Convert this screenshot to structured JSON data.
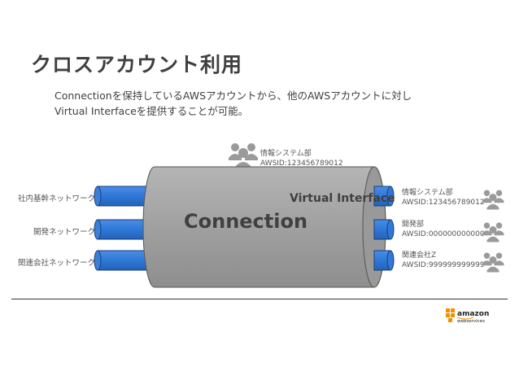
{
  "title": "クロスアカウント利用",
  "description": {
    "line1": "Connectionを保持しているAWSアカウントから、他のAWSアカウントに対し",
    "line2": "Virtual Interfaceを提供することが可能。"
  },
  "owner": {
    "name": "情報システム部",
    "id": "AWSID:123456789012"
  },
  "left_networks": [
    "社内基幹ネットワーク",
    "開発ネットワーク",
    "関連会社ネットワーク"
  ],
  "connection_label": "Connection",
  "virtual_interface_label": "Virtual Interface",
  "right_accounts": [
    {
      "name": "情報システム部",
      "id": "AWSID:123456789012"
    },
    {
      "name": "開発部",
      "id": "AWSID:000000000000"
    },
    {
      "name": "関連会社Z",
      "id": "AWSID:999999999999"
    }
  ],
  "logo": {
    "word1": "amazon",
    "word2": "webservices"
  },
  "colors": {
    "pipe_blue": "#2f78d6",
    "pipe_dark": "#1a3e7a",
    "connection_gray": "#a8a8a8",
    "aws_orange": "#f29100"
  }
}
